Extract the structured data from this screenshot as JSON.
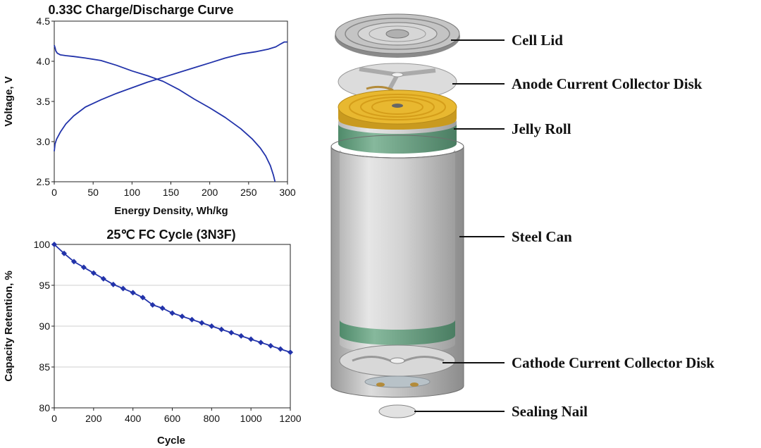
{
  "chart_data": [
    {
      "type": "line",
      "title": "0.33C Charge/Discharge Curve",
      "xlabel": "Energy Density, Wh/kg",
      "ylabel": "Voltage, V",
      "xlim": [
        0,
        300
      ],
      "ylim": [
        2.5,
        4.5
      ],
      "x_ticks": [
        "0",
        "50",
        "100",
        "150",
        "200",
        "250",
        "300"
      ],
      "y_ticks": [
        "2.5",
        "3.0",
        "3.5",
        "4.0",
        "4.5"
      ],
      "grid": false,
      "color": "#2233aa",
      "series": [
        {
          "x": [
            0,
            1,
            2,
            4,
            8,
            15,
            25,
            40,
            60,
            80,
            100,
            120,
            140,
            160,
            180,
            200,
            220,
            240,
            255,
            265,
            272,
            278,
            282,
            284
          ],
          "y": [
            4.2,
            4.17,
            4.13,
            4.1,
            4.08,
            4.07,
            4.06,
            4.04,
            4.01,
            3.95,
            3.88,
            3.82,
            3.75,
            3.65,
            3.53,
            3.42,
            3.3,
            3.16,
            3.03,
            2.92,
            2.82,
            2.7,
            2.58,
            2.5
          ]
        },
        {
          "x": [
            0,
            1,
            3,
            8,
            15,
            25,
            40,
            60,
            80,
            100,
            120,
            140,
            160,
            180,
            200,
            220,
            240,
            260,
            275,
            285,
            292,
            296,
            300
          ],
          "y": [
            2.88,
            2.97,
            3.03,
            3.12,
            3.22,
            3.32,
            3.43,
            3.52,
            3.6,
            3.67,
            3.74,
            3.8,
            3.86,
            3.92,
            3.98,
            4.04,
            4.09,
            4.12,
            4.15,
            4.18,
            4.22,
            4.24,
            4.24
          ]
        }
      ]
    },
    {
      "type": "line",
      "title": "25℃ FC Cycle (3N3F)",
      "xlabel": "Cycle",
      "ylabel": "Capacity Retention, %",
      "xlim": [
        0,
        1200
      ],
      "ylim": [
        80,
        100
      ],
      "x_ticks": [
        "0",
        "200",
        "400",
        "600",
        "800",
        "1000",
        "1200"
      ],
      "y_ticks": [
        "80",
        "85",
        "90",
        "95",
        "100"
      ],
      "grid": true,
      "color": "#2233aa",
      "series": [
        {
          "x": [
            0,
            50,
            100,
            150,
            200,
            250,
            300,
            350,
            400,
            450,
            500,
            550,
            600,
            650,
            700,
            750,
            800,
            850,
            900,
            950,
            1000,
            1050,
            1100,
            1150,
            1200
          ],
          "y": [
            100,
            98.9,
            97.9,
            97.2,
            96.5,
            95.8,
            95.1,
            94.6,
            94.1,
            93.5,
            92.6,
            92.2,
            91.6,
            91.2,
            90.8,
            90.4,
            90.0,
            89.6,
            89.2,
            88.8,
            88.4,
            88.0,
            87.6,
            87.2,
            86.8
          ]
        }
      ]
    }
  ],
  "battery": {
    "labels": {
      "cell_lid": "Cell Lid",
      "anode_disk": "Anode Current Collector Disk",
      "jelly_roll": "Jelly Roll",
      "steel_can": "Steel Can",
      "cathode_disk": "Cathode Current Collector Disk",
      "sealing_nail": "Sealing Nail"
    },
    "colors": {
      "can": "#c9c9c9",
      "green_band": "#6fa386",
      "yellow_top": "#e8b830"
    }
  }
}
